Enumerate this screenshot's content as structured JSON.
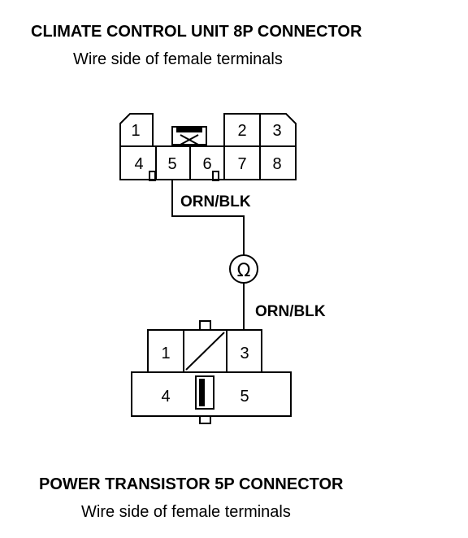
{
  "top_connector": {
    "title": "CLIMATE CONTROL UNIT 8P CONNECTOR",
    "subtitle": "Wire side of female terminals",
    "terminals": [
      "1",
      "2",
      "3",
      "4",
      "5",
      "6",
      "7",
      "8"
    ]
  },
  "wires": {
    "upper_label": "ORN/BLK",
    "lower_label": "ORN/BLK",
    "meter_symbol": "Ω"
  },
  "bottom_connector": {
    "title": "POWER TRANSISTOR 5P CONNECTOR",
    "subtitle": "Wire side of female terminals",
    "terminals": [
      "1",
      "3",
      "4",
      "5"
    ]
  }
}
